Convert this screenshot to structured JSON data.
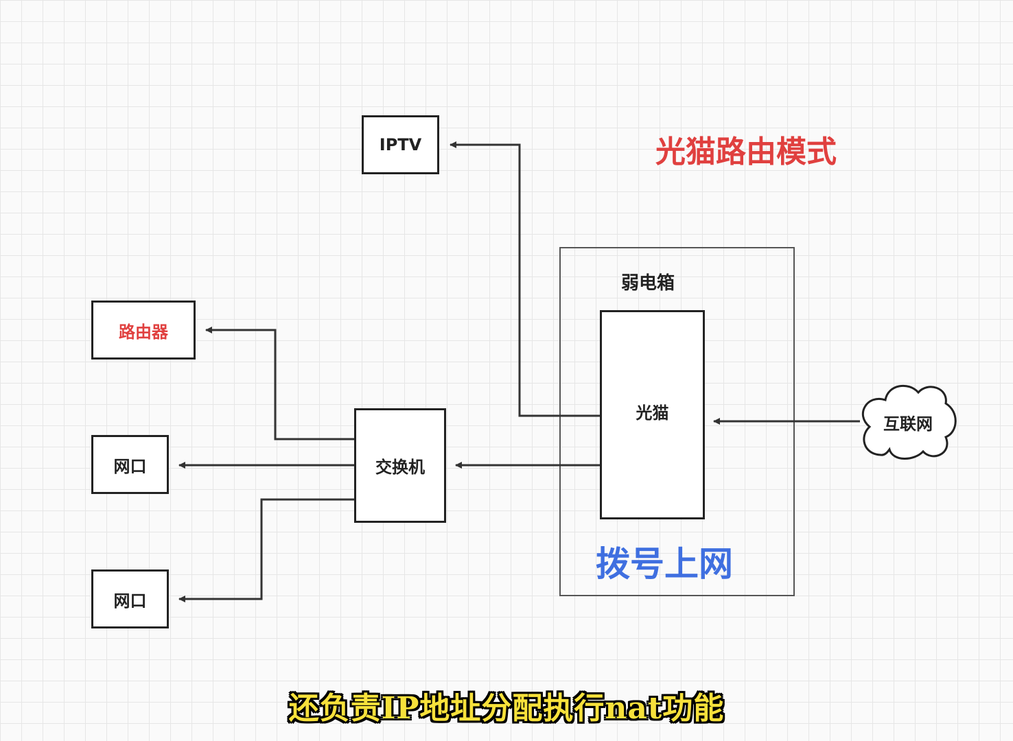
{
  "title": "光猫路由模式",
  "enclosure": {
    "label": "弱电箱",
    "footer": "拨号上网"
  },
  "nodes": {
    "iptv": "IPTV",
    "router": "路由器",
    "port1": "网口",
    "port2": "网口",
    "switch": "交换机",
    "modem": "光猫",
    "internet": "互联网"
  },
  "subtitle": "还负责IP地址分配执行nat功能",
  "colors": {
    "title": "#e0403f",
    "router_label": "#e0403f",
    "dialup": "#3f6fe0",
    "subtitle": "#f7e13b",
    "line": "#333333"
  }
}
